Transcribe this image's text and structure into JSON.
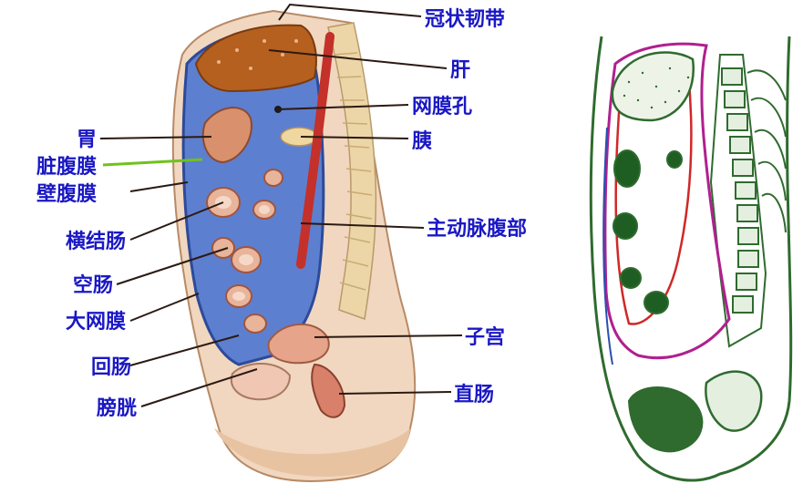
{
  "labels": {
    "left": [
      {
        "key": "stomach",
        "text": "胃"
      },
      {
        "key": "visceral_peritoneum",
        "text": "脏腹膜"
      },
      {
        "key": "parietal_peritoneum",
        "text": "壁腹膜"
      },
      {
        "key": "transverse_colon",
        "text": "横结肠"
      },
      {
        "key": "jejunum",
        "text": "空肠"
      },
      {
        "key": "greater_omentum",
        "text": "大网膜"
      },
      {
        "key": "ileum",
        "text": "回肠"
      },
      {
        "key": "bladder",
        "text": "膀胱"
      }
    ],
    "right": [
      {
        "key": "coronary_ligament",
        "text": "冠状韧带"
      },
      {
        "key": "liver",
        "text": "肝"
      },
      {
        "key": "omental_foramen",
        "text": "网膜孔"
      },
      {
        "key": "pancreas",
        "text": "胰"
      },
      {
        "key": "abdominal_aorta",
        "text": "主动脉腹部"
      },
      {
        "key": "uterus",
        "text": "子宫"
      },
      {
        "key": "rectum",
        "text": "直肠"
      }
    ]
  },
  "colors": {
    "label_text": "#1a18c4",
    "leader_line": "#2b1a12",
    "highlight_line": "#6fc21e",
    "liver": "#b5601f",
    "peritoneum_blue": "#3f5fb8",
    "tissue_pink": "#e8b49a",
    "aorta_red": "#c4302a",
    "outline_green": "#2f6b2f",
    "magenta_line": "#b0208e",
    "red_line": "#d02828"
  }
}
